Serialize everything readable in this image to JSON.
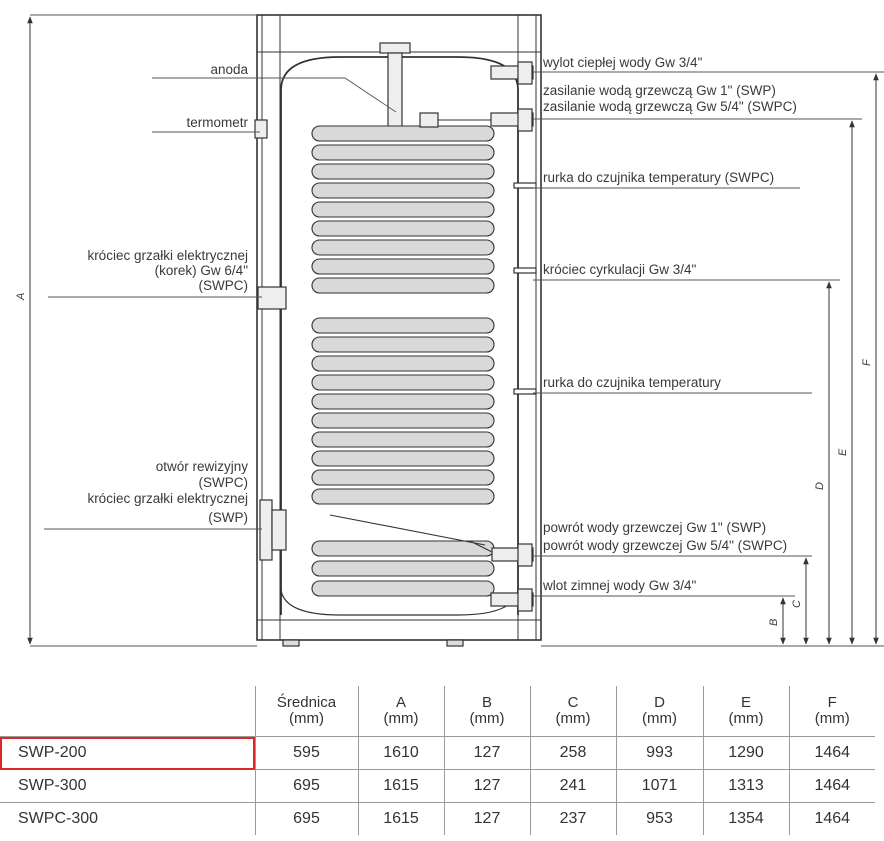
{
  "labels": {
    "left": {
      "anoda": "anoda",
      "termometr": "termometr",
      "heater_1": "króciec grzałki elektrycznej",
      "heater_2": "(korek) Gw 6/4\"",
      "heater_3": "(SWPC)",
      "inspection_1": "otwór rewizyjny",
      "inspection_2": "(SWPC)",
      "inspection_3": "króciec grzałki elektrycznej",
      "inspection_4": "(SWP)"
    },
    "right": {
      "hot_outlet": "wylot ciepłej wody Gw 3/4\"",
      "supply_swp": "zasilanie wodą grzewczą Gw 1\" (SWP)",
      "supply_swpc": "zasilanie wodą grzewczą Gw 5/4\" (SWPC)",
      "sensor_swpc": "rurka do czujnika temperatury (SWPC)",
      "circulation": "króciec cyrkulacji Gw 3/4\"",
      "sensor": "rurka do czujnika temperatury",
      "return_swp": "powrót wody grzewczej Gw 1\" (SWP)",
      "return_swpc": "powrót wody grzewczej Gw 5/4\" (SWPC)",
      "cold_inlet": "wlot zimnej wody Gw 3/4\""
    },
    "dims": {
      "A": "A",
      "B": "B",
      "C": "C",
      "D": "D",
      "E": "E",
      "F": "F"
    }
  },
  "table": {
    "headers": [
      {
        "name": "Średnica",
        "unit": "(mm)"
      },
      {
        "name": "A",
        "unit": "(mm)"
      },
      {
        "name": "B",
        "unit": "(mm)"
      },
      {
        "name": "C",
        "unit": "(mm)"
      },
      {
        "name": "D",
        "unit": "(mm)"
      },
      {
        "name": "E",
        "unit": "(mm)"
      },
      {
        "name": "F",
        "unit": "(mm)"
      }
    ],
    "rows": [
      {
        "model": "SWP-200",
        "highlighted": true,
        "values": [
          "595",
          "1610",
          "127",
          "258",
          "993",
          "1290",
          "1464"
        ]
      },
      {
        "model": "SWP-300",
        "highlighted": false,
        "values": [
          "695",
          "1615",
          "127",
          "241",
          "1071",
          "1313",
          "1464"
        ]
      },
      {
        "model": "SWPC-300",
        "highlighted": false,
        "values": [
          "695",
          "1615",
          "127",
          "237",
          "953",
          "1354",
          "1464"
        ]
      }
    ]
  },
  "colors": {
    "highlight": "#d82a2a",
    "line": "#333333",
    "coil_fill": "#d9d9d9"
  }
}
